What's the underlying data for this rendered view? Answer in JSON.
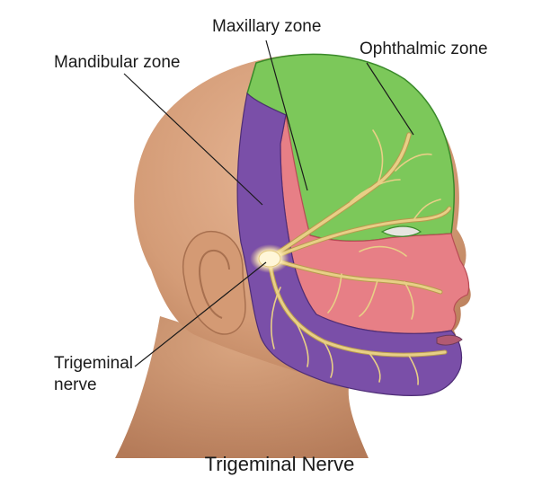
{
  "diagram": {
    "title": "Trigeminal Nerve",
    "labels": {
      "maxillary": "Maxillary zone",
      "ophthalmic": "Ophthalmic zone",
      "mandibular": "Mandibular zone",
      "trigeminal_line1": "Trigeminal",
      "trigeminal_line2": "nerve"
    },
    "colors": {
      "skin": "#d9a37f",
      "skin_shadow": "#b97d5a",
      "ophthalmic": "#7cc85a",
      "maxillary": "#e77f86",
      "mandibular": "#7a4fa8",
      "nerve": "#e8cf86",
      "ganglion": "#fff2c8"
    }
  }
}
